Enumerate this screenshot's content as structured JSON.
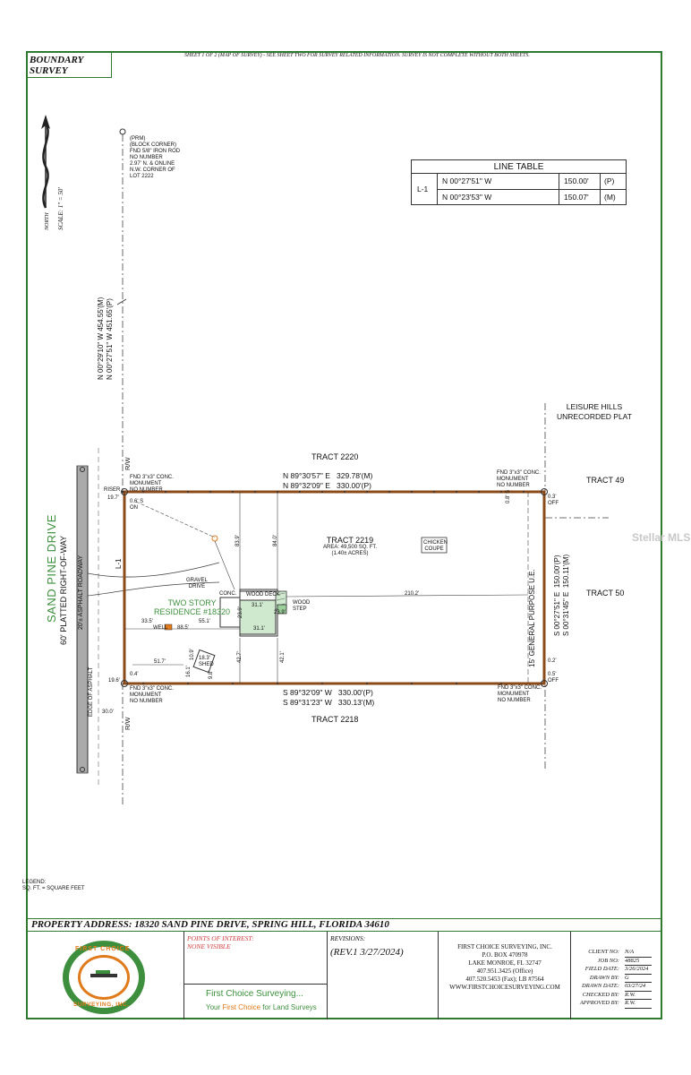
{
  "header": {
    "title_line1": "BOUNDARY",
    "title_line2": "SURVEY",
    "sheet_note": "SHEET 1 OF 2 (MAP OF SURVEY) - SEE SHEET TWO FOR SURVEY RELATED INFORMATION. SURVEY IS NOT COMPLETE WITHOUT BOTH SHEETS."
  },
  "north": {
    "label": "NORTH",
    "scale": "SCALE: 1\" = 50'"
  },
  "line_table": {
    "title": "LINE TABLE",
    "id": "L-1",
    "rows": [
      {
        "bearing": "N 00°27'51\" W",
        "distance": "150.00'",
        "type": "(P)"
      },
      {
        "bearing": "N 00°23'53\" W",
        "distance": "150.07'",
        "type": "(M)"
      }
    ]
  },
  "prm_note": [
    "(PRM)",
    "(BLOCK CORNER)",
    "FND 5/8\" IRON ROD",
    "NO NUMBER",
    "2.97' N. & ONLINE",
    "N.W. CORNER OF",
    "LOT 2222"
  ],
  "west_line": {
    "m": "N 00°29'10\" W  454.55'(M)",
    "p": "N 00°27'51\" W  451.65'(P)"
  },
  "leisure": [
    "LEISURE HILLS",
    "UNRECORDED PLAT"
  ],
  "tracts": {
    "north": "TRACT 2220",
    "south": "TRACT 2218",
    "east_top": "TRACT 49",
    "east_mid": "TRACT 50"
  },
  "north_line": {
    "m": "N 89°30'57\" E   329.78'(M)",
    "p": "N 89°32'09\" E   330.00'(P)"
  },
  "south_line": {
    "p": "S 89°32'09\" W   330.00'(P)",
    "m": "S 89°31'23\" W   330.13'(M)"
  },
  "east_line": {
    "p": "S 00°27'51\" E  150.00'(P)",
    "m": "S 00°31'45\" E  150.11'(M)"
  },
  "monuments": {
    "ne": [
      "FND 3\"x3\" CONC.",
      "MONUMENT",
      "NO NUMBER"
    ],
    "nw": [
      "FND 3\"x3\" CONC.",
      "MONUMENT",
      "NO NUMBER"
    ],
    "sw": [
      "FND 3\"x3\" CONC.",
      "MONUMENT",
      "NO NUMBER"
    ],
    "se": [
      "FND 3\"x3\" CONC.",
      "MONUMENT",
      "NO NUMBER"
    ]
  },
  "parcel": {
    "name": "TRACT 2219",
    "area": "AREA: 49,500 SQ. FT.",
    "acres": "(1.40± ACRES)"
  },
  "features": {
    "chicken": [
      "CHICKEN",
      "COUPE"
    ],
    "gravel": [
      "GRAVEL",
      "DRIVE"
    ],
    "conc": "CONC.",
    "deck": "WOOD DECK",
    "step": [
      "WOOD",
      "STEP"
    ],
    "residence": [
      "TWO STORY",
      "RESIDENCE #18320"
    ],
    "well": "WELL",
    "shed": [
      "18.3'",
      "SHED"
    ],
    "riser": "RISER",
    "pue": "15' GENERAL PURPOSE U.E.",
    "rw": "R/W",
    "l1": "L-1"
  },
  "dims": {
    "d19_7a": "19.7'",
    "d0_6": "0.6' S",
    "on": "ON",
    "d83_9": "83.9'",
    "d84_0": "84.0'",
    "d31_1a": "31.1'",
    "d31_1b": "31.1'",
    "d23_9a": "23.9'",
    "d23_9b": "23.9'",
    "d210_2": "210.2'",
    "d33_5": "33.5'",
    "d55_1": "55.1'",
    "d88_5": "88.5'",
    "d42_7": "42.7'",
    "d42_1": "42.1'",
    "d51_7": "51.7'",
    "d10_9": "10.9'",
    "d16_1": "16.1'",
    "d9_8": "9.8'",
    "d19_6": "19.6'",
    "d0_4": "0.4'",
    "d30_0": "30.0'",
    "d0_3": "0.3' OFF",
    "d0_5": "0.5' OFF",
    "d0_8": "0.8' S",
    "d0_2": "0.2'"
  },
  "road": {
    "name": "SAND PINE DRIVE",
    "row": "60' PLATTED RIGHT-OF-WAY",
    "asphalt": "20'± ASPHALT ROADWAY",
    "edge": "EDGE OF ASPHALT"
  },
  "legend": [
    "LEGEND:",
    "SQ. FT. = SQUARE FEET"
  ],
  "property_address": "PROPERTY ADDRESS: 18320 SAND PINE DRIVE,  SPRING HILL, FLORIDA 34610",
  "poi": {
    "title": "POINTS OF INTEREST:",
    "value": "NONE VISIBLE"
  },
  "revisions": {
    "title": "REVISIONS:",
    "value": "(REV.1  3/27/2024)"
  },
  "company": {
    "name": "FIRST CHOICE SURVEYING, INC.",
    "box": "P.O. BOX 470978",
    "city": "LAKE MONROE, FL 32747",
    "office": "407.951.3425 (Office)",
    "fax": "407.520.5453 (Fax); LB #7564",
    "web": "WWW.FIRSTCHOICESURVEYING.COM",
    "brand_line1": "First Choice Surveying...",
    "brand_line2_a": "Your ",
    "brand_line2_b": "First Choice",
    "brand_line2_c": " for Land Surveys",
    "logo_top": "FIRST CHOICE",
    "logo_bottom": "SURVEYING, INC."
  },
  "job": [
    {
      "label": "CLIENT NO:",
      "value": "N/A"
    },
    {
      "label": "JOB NO:",
      "value": "48825"
    },
    {
      "label": "FIELD DATE:",
      "value": "3/26/2024"
    },
    {
      "label": "DRAWN BY:",
      "value": "G"
    },
    {
      "label": "DRAWN DATE:",
      "value": "03/27/24"
    },
    {
      "label": "CHECKED BY:",
      "value": "R.W."
    },
    {
      "label": "APPROVED BY:",
      "value": "R.W."
    }
  ],
  "watermark": "Stellar MLS",
  "colors": {
    "border": "#2f7a2f",
    "boundary": "#8a4a1a",
    "green_text": "#3d8f3d",
    "orange": "#e07a1a"
  }
}
